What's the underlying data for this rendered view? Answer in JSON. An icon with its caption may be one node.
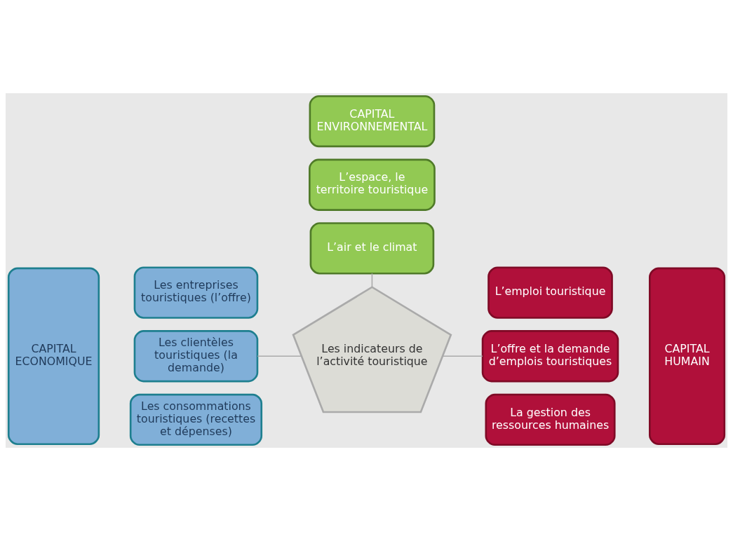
{
  "diagram": {
    "nodes": [
      {
        "text": [
          "CAPITAL ENVIRONNEMENTAL"
        ]
      },
      {
        "text": [
          "L’espace, le territoire touristique"
        ]
      },
      {
        "text": [
          "L’air et le climat"
        ]
      },
      {
        "text": [
          "CAPITAL",
          "ECONOMIQUE"
        ]
      },
      {
        "text": [
          "Les entreprises touristiques (l’offre)"
        ]
      },
      {
        "text": [
          "Les clientèles touristiques (la demande)"
        ]
      },
      {
        "text": [
          "Les consommations touristiques (recettes et dépenses)"
        ]
      },
      {
        "text": [
          "Les indicateurs de l’activité touristique"
        ]
      },
      {
        "text": [
          "L’emploi touristique"
        ]
      },
      {
        "text": [
          "L’offre et la demande d’emplois touristiques"
        ]
      },
      {
        "text": [
          "La gestion des ressources humaines"
        ]
      },
      {
        "text": [
          "CAPITAL",
          "HUMAIN"
        ]
      }
    ],
    "edges": [
      {
        "from": 2,
        "to": 7,
        "arrow": "none"
      },
      {
        "from": 5,
        "to": 7,
        "arrow": "none"
      },
      {
        "from": 7,
        "to": 9,
        "arrow": "none"
      }
    ]
  }
}
